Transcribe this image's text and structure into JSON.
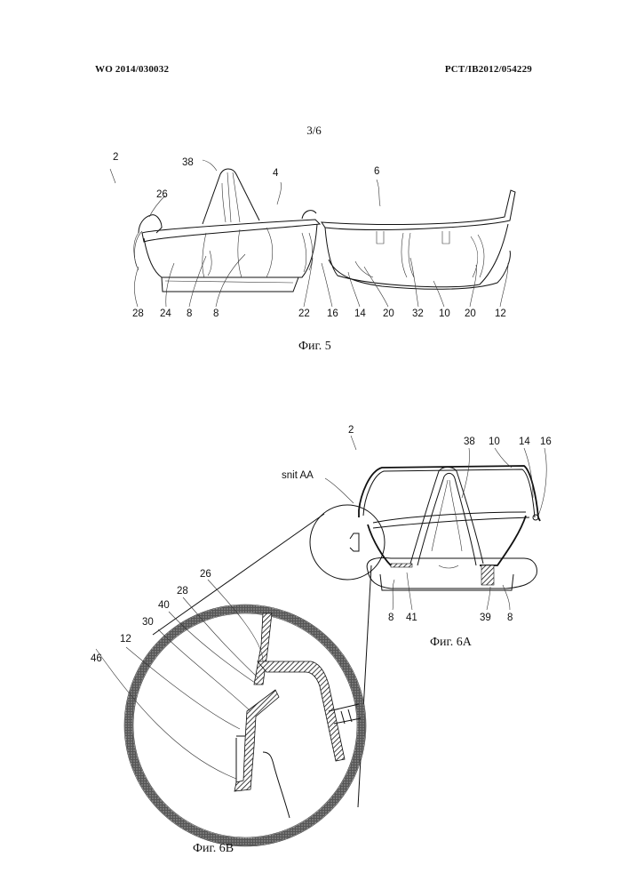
{
  "header": {
    "left": "WO 2014/030032",
    "right": "PCT/IB2012/054229"
  },
  "sheet_number": "3/6",
  "fig5": {
    "caption": "Фиг. 5",
    "labels": [
      "2",
      "38",
      "4",
      "26",
      "6",
      "28",
      "24",
      "8",
      "8",
      "22",
      "16",
      "14",
      "20",
      "32",
      "10",
      "20",
      "12"
    ]
  },
  "fig6a": {
    "caption": "Фиг. 6A",
    "section": "snit AA",
    "labels": [
      "2",
      "38",
      "10",
      "14",
      "16",
      "8",
      "41",
      "39",
      "8"
    ]
  },
  "fig6b": {
    "caption": "Фиг. 6B",
    "labels": [
      "26",
      "28",
      "40",
      "30",
      "12",
      "46"
    ]
  }
}
